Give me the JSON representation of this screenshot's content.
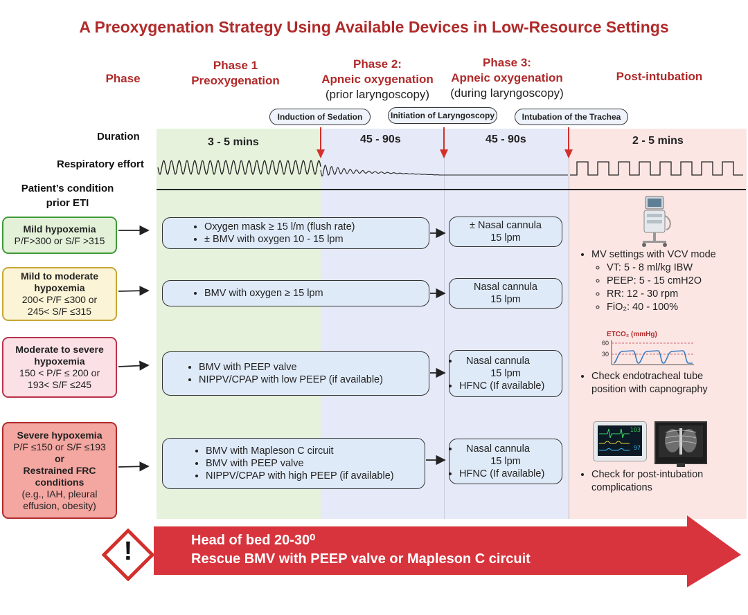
{
  "title": "A  Preoxygenation Strategy Using Available Devices in Low-Resource Settings",
  "headers": {
    "phase": "Phase",
    "phase1_l1": "Phase 1",
    "phase1_l2": "Preoxygenation",
    "phase2_l1": "Phase 2:",
    "phase2_l2": "Apneic oxygenation",
    "phase2_l3": "(prior laryngoscopy)",
    "phase3_l1": "Phase 3:",
    "phase3_l2": "Apneic oxygenation",
    "phase3_l3": "(during laryngoscopy)",
    "post": "Post-intubation"
  },
  "events": [
    "Induction of Sedation",
    "Initiation of Laryngoscopy",
    "Intubation of the Trachea"
  ],
  "row_labels": {
    "duration": "Duration",
    "resp": "Respiratory effort",
    "condition_l1": "Patient’s condition",
    "condition_l2": "prior ETI"
  },
  "durations": [
    "3 - 5 mins",
    "45 - 90s",
    "45 - 90s",
    "2 - 5 mins"
  ],
  "conditions": [
    {
      "l1": "Mild hypoxemia",
      "l2": "P/F>300 or S/F >315"
    },
    {
      "l1": "Mild to moderate",
      "l2": "hypoxemia",
      "l3": "200< P/F ≤300 or",
      "l4": "245< S/F ≤315"
    },
    {
      "l1": "Moderate to severe",
      "l2": "hypoxemia",
      "l3": "150 < P/F ≤ 200 or",
      "l4": "193< S/F ≤245"
    },
    {
      "l1": "Severe hypoxemia",
      "l2": "P/F ≤150 or S/F ≤193",
      "l3": "or",
      "l4": "Restrained FRC",
      "l5": "conditions",
      "l6": "(e.g., IAH, pleural",
      "l7": "effusion, obesity)"
    }
  ],
  "preox": [
    [
      "Oxygen mask ≥ 15 l/m (flush rate)",
      "± BMV with oxygen 10 - 15 lpm"
    ],
    [
      "BMV with oxygen ≥ 15 lpm"
    ],
    [
      "BMV with PEEP valve",
      "NIPPV/CPAP with low PEEP (if available)"
    ],
    [
      "BMV with Mapleson C circuit",
      "BMV with PEEP valve",
      "NIPPV/CPAP with high PEEP (if available)"
    ]
  ],
  "apneic": [
    {
      "l1": "± Nasal cannula",
      "l2": "15 lpm"
    },
    {
      "l1": "Nasal cannula",
      "l2": "15 lpm"
    },
    {
      "l1": "Nasal cannula",
      "l2": "15 lpm",
      "l3": "HFNC (If available)"
    },
    {
      "l1": "Nasal cannula",
      "l2": "15 lpm",
      "l3": "HFNC (If available)"
    }
  ],
  "post": {
    "mv": "MV settings with VCV mode",
    "mv_items": [
      "VT: 5 - 8 ml/kg IBW",
      "PEEP: 5 - 15 cmH2O",
      "RR: 12 - 30 rpm",
      "FiO₂: 40 - 100%"
    ],
    "etco2_label": "ETCO₂ (mmHg)",
    "etco2_ticks": [
      "60",
      "30"
    ],
    "capno_l1": "Check endotracheal tube",
    "capno_l2": "position with capnography",
    "comp_l1": "Check for post-intubation",
    "comp_l2": "complications",
    "monitor_vals": [
      "103",
      "97"
    ]
  },
  "bottom": {
    "line1": "Head of bed 20-30⁰",
    "line2": "Rescue BMV with PEEP valve or Mapleson C circuit",
    "warning_symbol": "!"
  },
  "colors": {
    "title": "#b02a2a",
    "phase1_bg": "#e6f2dc",
    "phase23_bg": "#e6e9f7",
    "post_bg": "#fbe6e4",
    "arrow": "#d8343d",
    "mild_border": "#3f9a36",
    "mildmod_border": "#c7a635",
    "modsev_border": "#b8324a",
    "severe_border": "#b02a2a"
  }
}
